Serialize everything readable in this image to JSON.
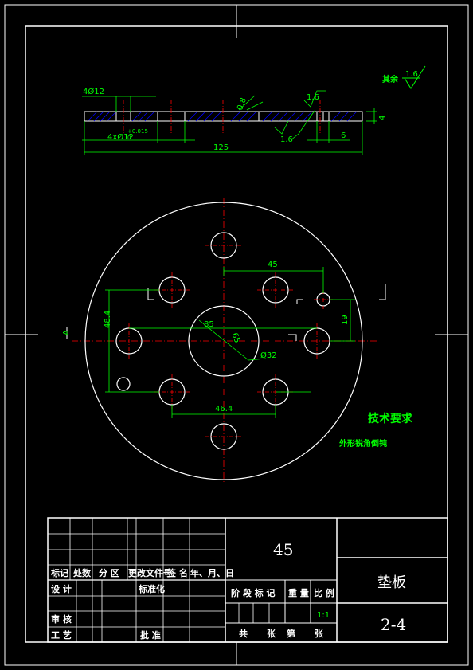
{
  "drawing": {
    "colors": {
      "background": "#000000",
      "outline": "#ffffff",
      "dimension": "#00ff00",
      "centerline": "#ff0000",
      "section": "#0000ff"
    },
    "section_view": {
      "dims": {
        "holes_top": "4Ø12",
        "holes_bottom": "4xØ12",
        "tol": "+0.015",
        "tol_low": "0",
        "length": "125",
        "thickness": "4",
        "chamfer": "0.8",
        "rough_top": "1.6",
        "rough_bottom": "1.6",
        "step": "6"
      }
    },
    "plan_view": {
      "dims": {
        "pitch_h": "45",
        "pitch_v": "48.4",
        "small_v": "19",
        "dia_outer": "85",
        "dia_pcd": "65",
        "dia_bore": "Ø32",
        "pitch_bottom": "46.4"
      },
      "section_marker": "A"
    },
    "surface": {
      "label": "其余",
      "value": "1.6"
    },
    "tech_notes": {
      "title": "技术要求",
      "line1": "外形锐角倒钝"
    }
  },
  "title_block": {
    "material": "45",
    "part_name": "垫板",
    "drawing_no": "2-4",
    "scale": "1:1",
    "headers": {
      "mark": "标记",
      "count": "处数",
      "zone": "分 区",
      "doc": "更改文件号",
      "sign": "签 名",
      "date": "年、月、日"
    },
    "roles": {
      "design": "设 计",
      "standard": "标准化",
      "check": "审 核",
      "process": "工 艺",
      "approve": "批 准"
    },
    "stage": {
      "stage_mark": "阶 段 标 记",
      "weight": "重 量",
      "scale_label": "比 例"
    },
    "sheet": {
      "total": "共",
      "zhang1": "张",
      "sheet": "第",
      "zhang2": "张"
    }
  }
}
